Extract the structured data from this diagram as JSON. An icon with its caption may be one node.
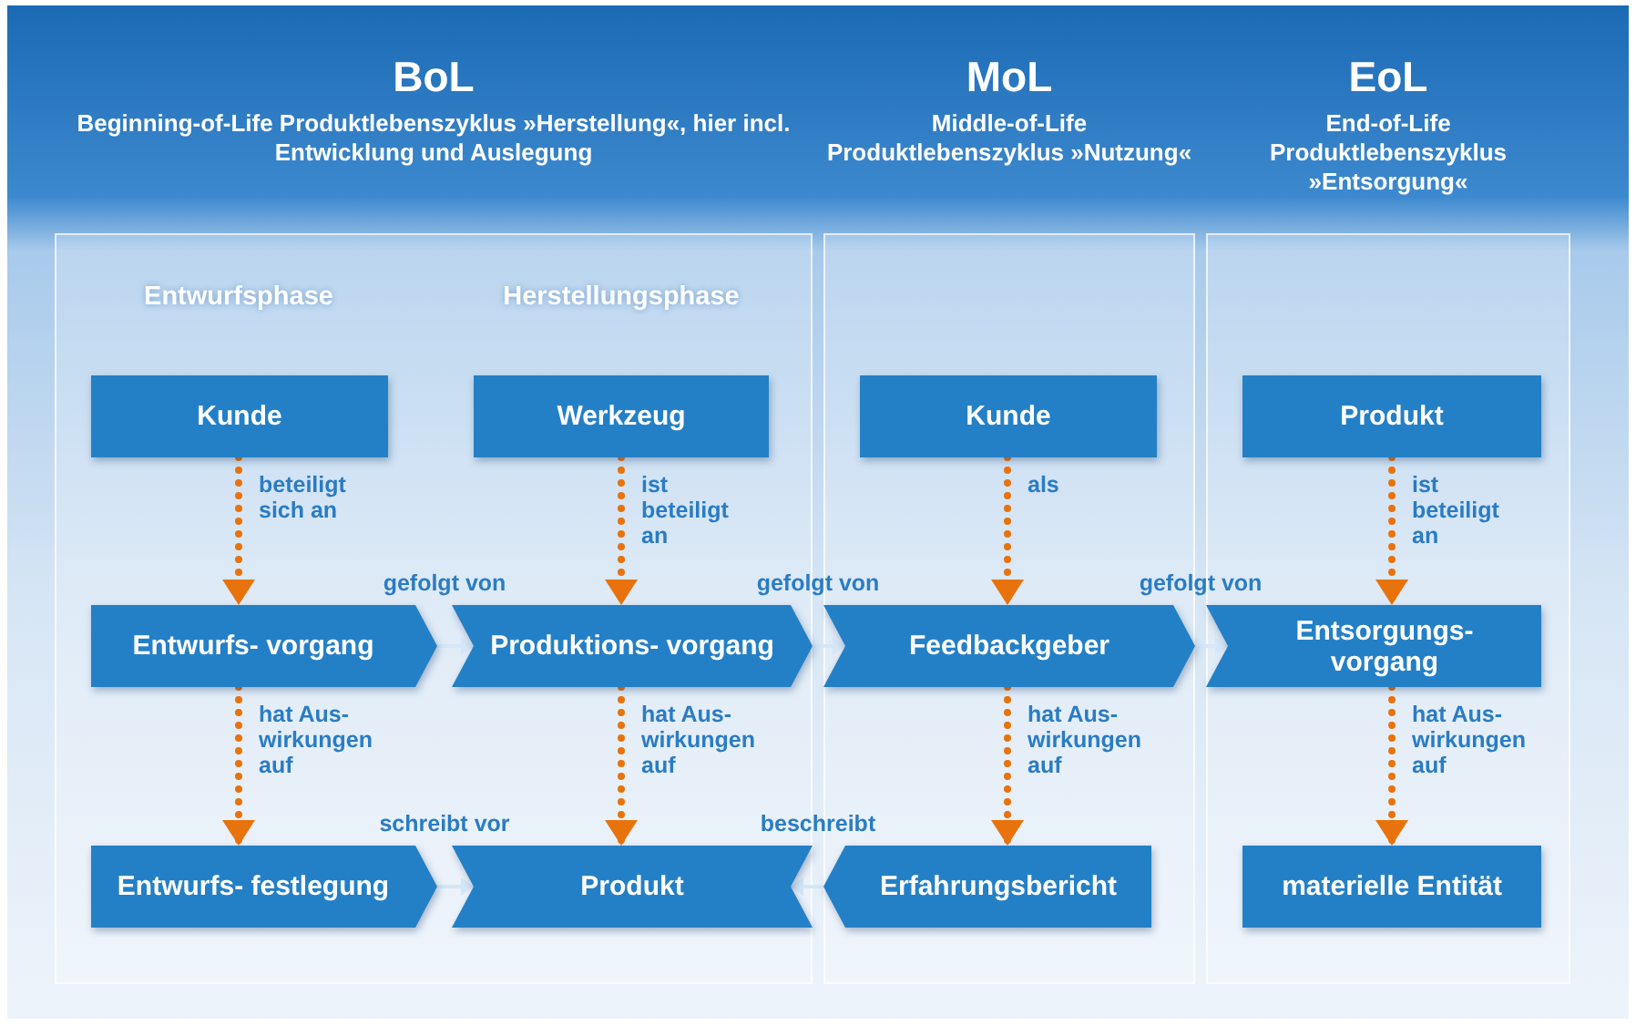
{
  "diagram": {
    "nodes": [
      {
        "text": [
          "BoL",
          "Beginning-of-Life Produktlebenszyklus »Herstellung«, hier incl. Entwicklung und Auslegung"
        ]
      },
      {
        "text": [
          "Kunde"
        ],
        "in": 0
      },
      {
        "text": [
          "Werkzeug"
        ],
        "in": 0
      },
      {
        "text": [
          "Entwurfs- vorgang"
        ],
        "in": 0
      },
      {
        "text": [
          "Produktions- vorgang"
        ],
        "in": 0
      },
      {
        "text": [
          "Entwurfs- festlegung"
        ],
        "in": 0
      },
      {
        "text": [
          "Produkt"
        ],
        "in": 0
      },
      {
        "text": [
          "MoL",
          "Middle-of-Life Produktlebenszyklus »Nutzung«"
        ]
      },
      {
        "text": [
          "Kunde"
        ],
        "in": 7
      },
      {
        "text": [
          "Feedbackgeber"
        ],
        "in": 7
      },
      {
        "text": [
          "Erfahrungsbericht"
        ],
        "in": 7
      },
      {
        "text": [
          "EoL",
          "End-of-Life Produktlebenszyklus »Entsorgung«"
        ]
      },
      {
        "text": [
          "Produkt"
        ],
        "in": 11
      },
      {
        "text": [
          "Entsorgungs- vorgang"
        ],
        "in": 11
      },
      {
        "text": [
          "materielle Entität"
        ],
        "in": 11
      }
    ],
    "edges": [
      {
        "from": 1,
        "to": 3,
        "arrow": "to",
        "label": "beteiligt sich an",
        "style": "dashed"
      },
      {
        "from": 2,
        "to": 4,
        "arrow": "to",
        "label": "ist beteiligt an",
        "style": "dashed"
      },
      {
        "from": 8,
        "to": 9,
        "arrow": "to",
        "label": "als",
        "style": "dashed"
      },
      {
        "from": 12,
        "to": 13,
        "arrow": "to",
        "label": "ist beteiligt an",
        "style": "dashed"
      },
      {
        "from": 3,
        "to": 4,
        "arrow": "to",
        "label": "gefolgt von",
        "color": "#d4e6f7"
      },
      {
        "from": 4,
        "to": 9,
        "arrow": "to",
        "label": "gefolgt von",
        "color": "#d4e6f7"
      },
      {
        "from": 9,
        "to": 13,
        "arrow": "to",
        "label": "gefolgt von",
        "color": "#d4e6f7"
      },
      {
        "from": 3,
        "to": 5,
        "arrow": "to",
        "label": "hat Aus- wirkungen auf",
        "style": "dashed"
      },
      {
        "from": 4,
        "to": 6,
        "arrow": "to",
        "label": "hat Aus- wirkungen auf",
        "style": "dashed"
      },
      {
        "from": 9,
        "to": 10,
        "arrow": "to",
        "label": "hat Aus- wirkungen auf",
        "style": "dashed"
      },
      {
        "from": 13,
        "to": 14,
        "arrow": "to",
        "label": "hat Aus- wirkungen auf",
        "style": "dashed"
      },
      {
        "from": 5,
        "to": 6,
        "arrow": "to",
        "label": "schreibt vor",
        "color": "#d4e6f7"
      },
      {
        "from": 10,
        "to": 6,
        "arrow": "to",
        "label": "beschreibt",
        "color": "#d4e6f7"
      }
    ],
    "labels": [
      "Entwurfsphase",
      "Herstellungsphase"
    ]
  }
}
